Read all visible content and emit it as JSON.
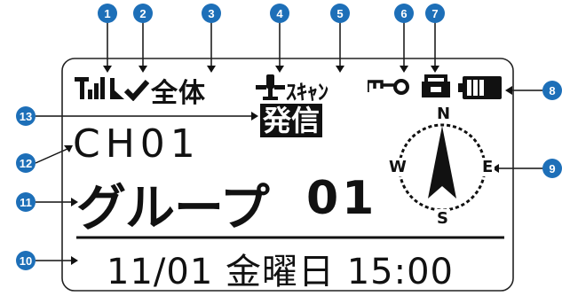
{
  "callouts": {
    "c1": "1",
    "c2": "2",
    "c3": "3",
    "c4": "4",
    "c5": "5",
    "c6": "6",
    "c7": "7",
    "c8": "8",
    "c9": "9",
    "c10": "10",
    "c11": "11",
    "c12": "12",
    "c13": "13"
  },
  "lcd": {
    "status_zentai": "全体",
    "status_scan": "ｽｷｬﾝ",
    "transmit": "発信",
    "channel": "CH01",
    "group": "グループ",
    "group_number": "01",
    "datetime": "11/01 金曜日 15:00",
    "compass": {
      "n": "N",
      "s": "S",
      "e": "E",
      "w": "W"
    }
  },
  "colors": {
    "accent": "#1d6fb8",
    "ink": "#111111",
    "screen_bg": "#ffffff"
  }
}
